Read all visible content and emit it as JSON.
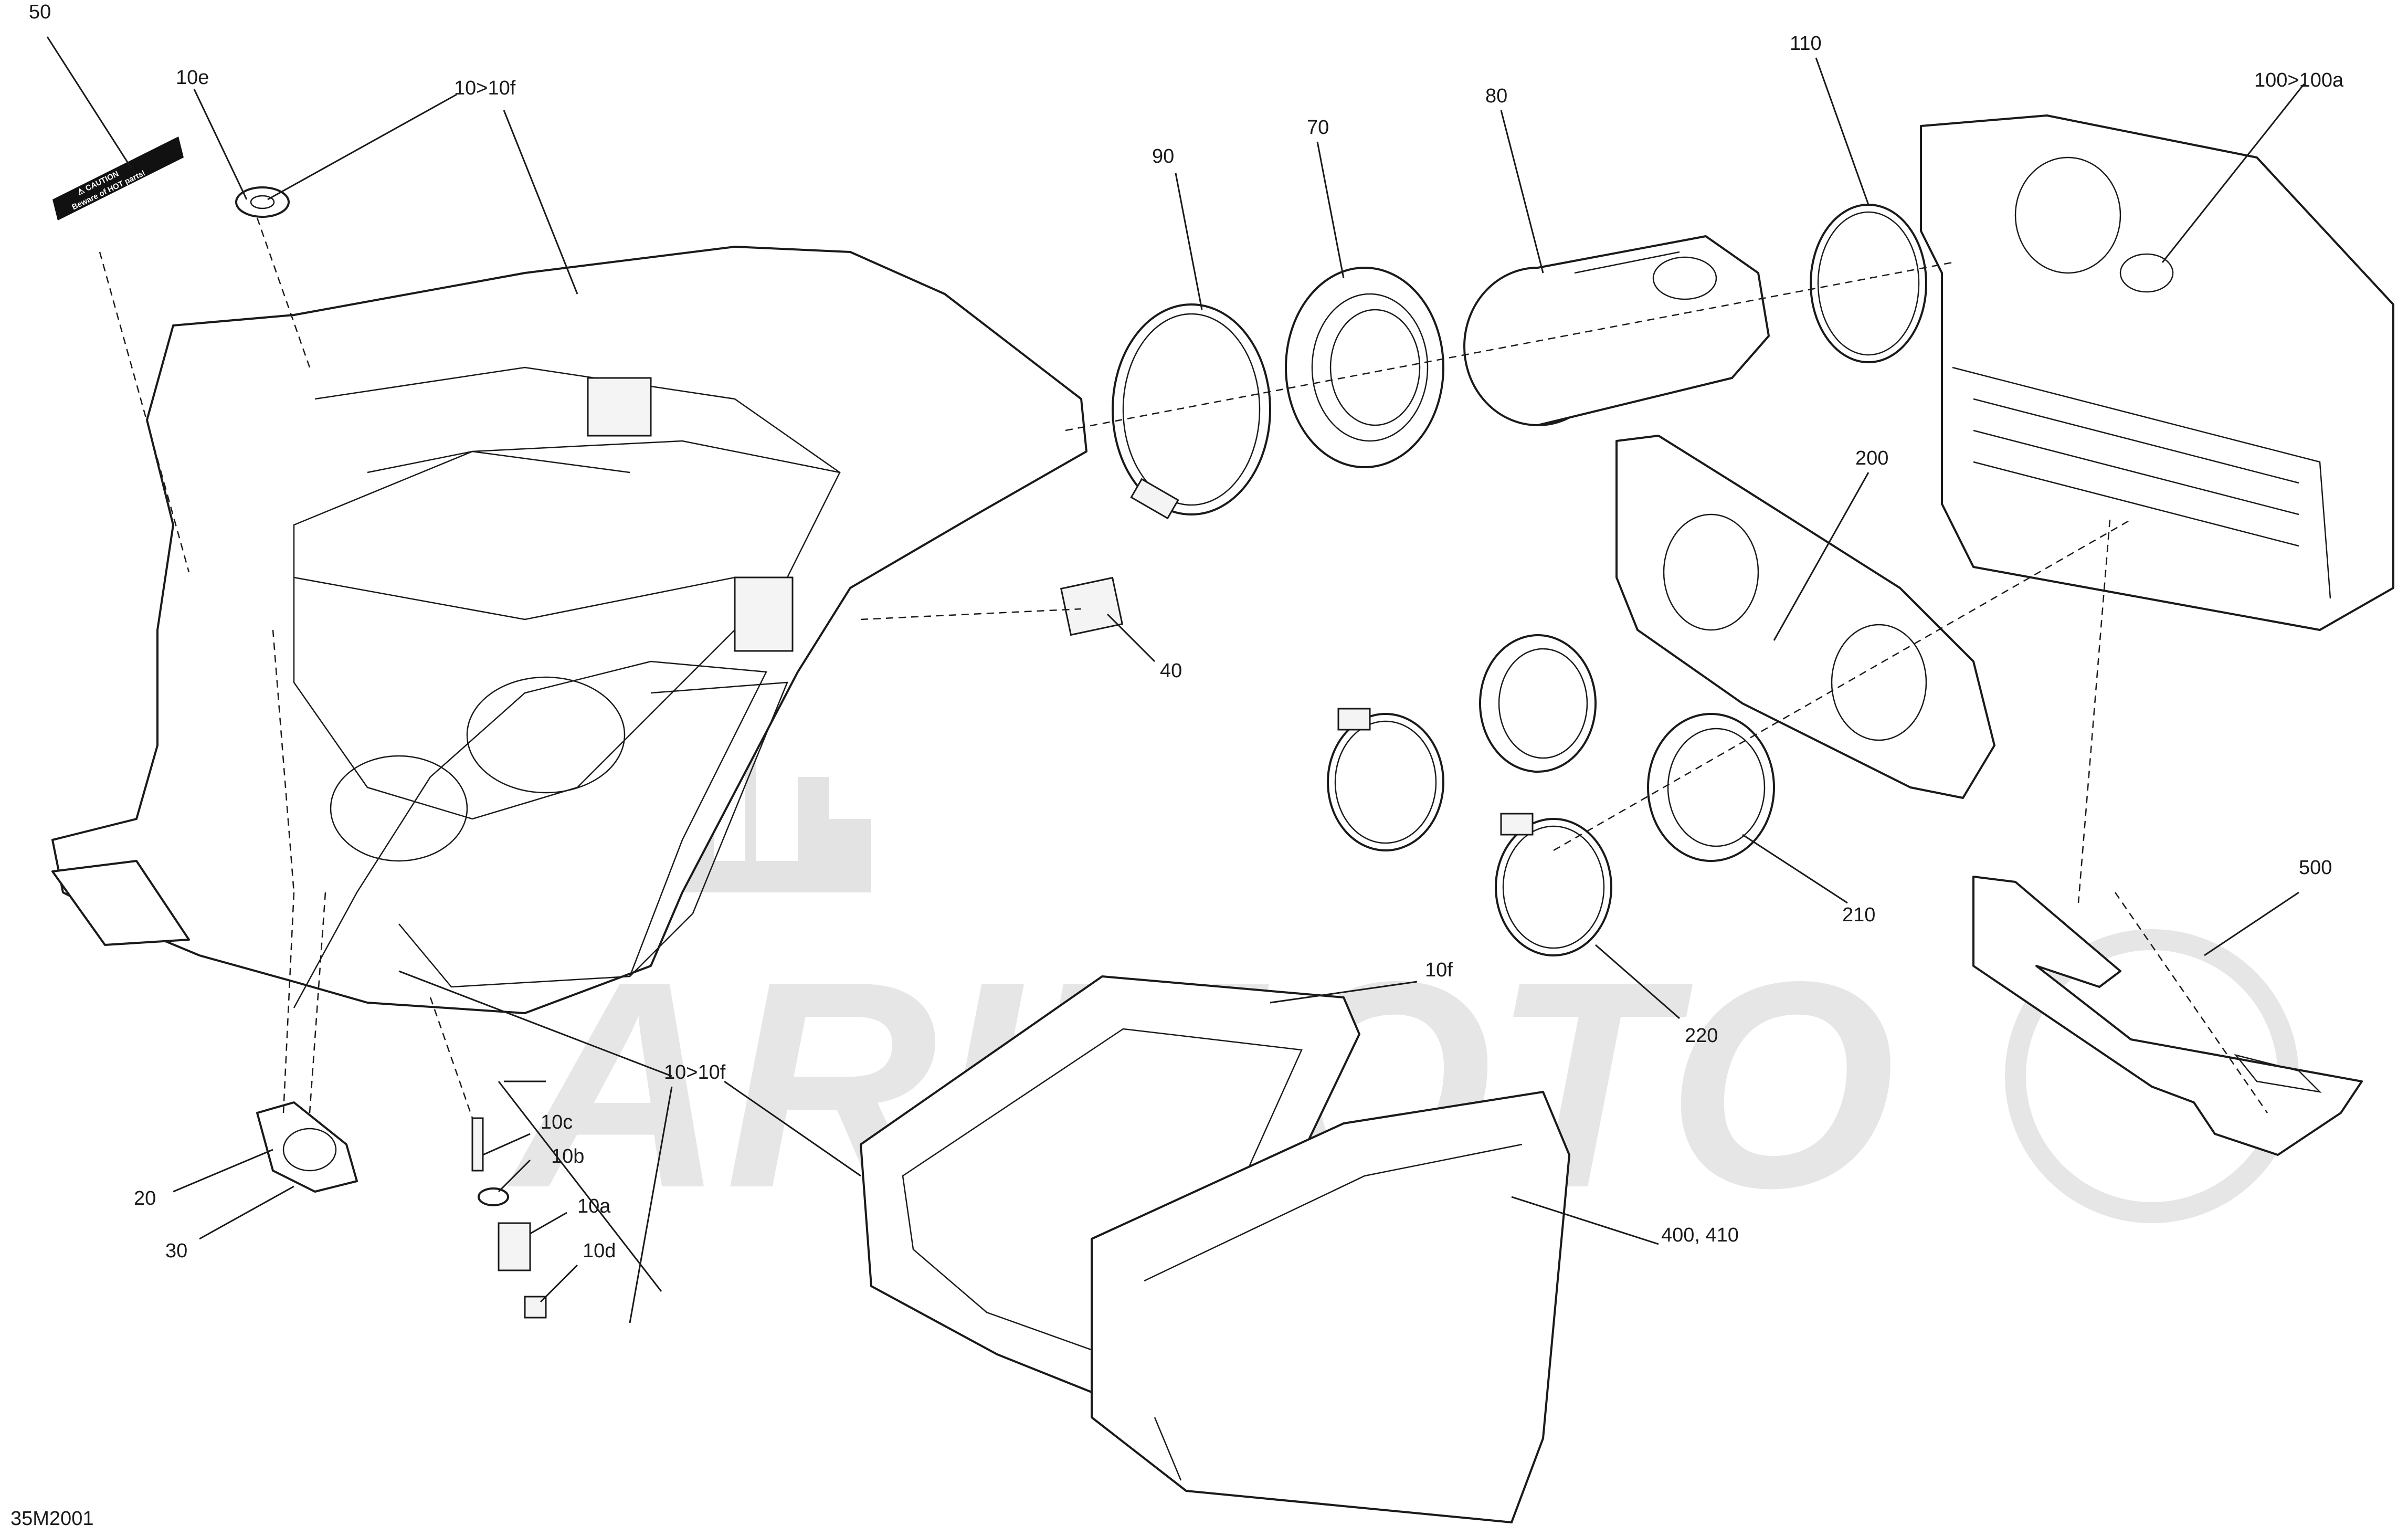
{
  "diagram": {
    "drawing_code": "35M2001",
    "warning_label": {
      "line1": "⚠ CAUTION",
      "line2": "Beware of HOT parts!"
    },
    "watermark_text": "ARIMOTO",
    "callouts": [
      {
        "id": "50",
        "text": "50"
      },
      {
        "id": "10e",
        "text": "10e"
      },
      {
        "id": "10-10f-top",
        "text": "10>10f"
      },
      {
        "id": "90",
        "text": "90"
      },
      {
        "id": "70",
        "text": "70"
      },
      {
        "id": "80",
        "text": "80"
      },
      {
        "id": "110",
        "text": "110"
      },
      {
        "id": "100-100a",
        "text": "100>100a"
      },
      {
        "id": "200",
        "text": "200"
      },
      {
        "id": "40",
        "text": "40"
      },
      {
        "id": "210",
        "text": "210"
      },
      {
        "id": "500",
        "text": "500"
      },
      {
        "id": "220",
        "text": "220"
      },
      {
        "id": "10f",
        "text": "10f"
      },
      {
        "id": "10-10f-bottom",
        "text": "10>10f"
      },
      {
        "id": "10c",
        "text": "10c"
      },
      {
        "id": "10b",
        "text": "10b"
      },
      {
        "id": "10a",
        "text": "10a"
      },
      {
        "id": "10d",
        "text": "10d"
      },
      {
        "id": "20",
        "text": "20"
      },
      {
        "id": "30",
        "text": "30"
      },
      {
        "id": "400-410",
        "text": "400, 410"
      }
    ]
  }
}
